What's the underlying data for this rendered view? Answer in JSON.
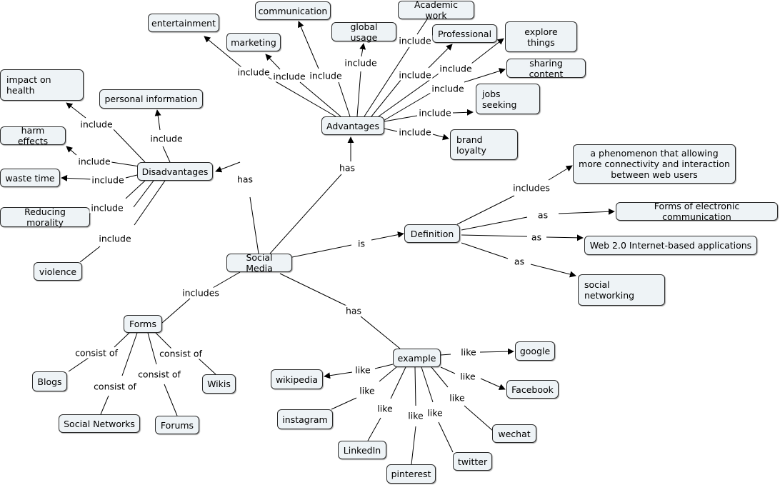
{
  "concepts": {
    "social_media": "Social Media",
    "advantages": "Advantages",
    "disadvantages": "Disadvantages",
    "definition": "Definition",
    "forms": "Forms",
    "example": "example",
    "entertainment": "entertainment",
    "communication": "communication",
    "academic_work": "Academic work",
    "marketing": "marketing",
    "global_usage": "global usage",
    "professional": "Professional",
    "explore_things": "explore things",
    "sharing_content": "sharing content",
    "jobs_seeking": "jobs seeking",
    "brand_loyalty": "brand loyalty",
    "impact_on_health": "impact on health",
    "personal_information": "personal information",
    "harm_effects": "harm effects",
    "waste_time": "waste time",
    "reducing_morality": "Reducing morality",
    "violence": "violence",
    "phenomenon": "a phenomenon that allowing more connectivity and interaction between web users",
    "electronic_communication": "Forms of electronic communication",
    "web20": "Web 2.0 Internet-based applications",
    "social_networking": "social networking",
    "blogs": "Blogs",
    "social_networks": "Social Networks",
    "forums": "Forums",
    "wikis": "Wikis",
    "google": "google",
    "facebook": "Facebook",
    "wikipedia": "wikipedia",
    "instagram": "instagram",
    "linkedin": "LinkedIn",
    "pinterest": "pinterest",
    "twitter": "twitter",
    "wechat": "wechat"
  },
  "linking_phrases": {
    "has": "has",
    "include": "include",
    "includes": "includes",
    "is": "is",
    "as": "as",
    "consist_of": "consist of",
    "like": "like"
  }
}
